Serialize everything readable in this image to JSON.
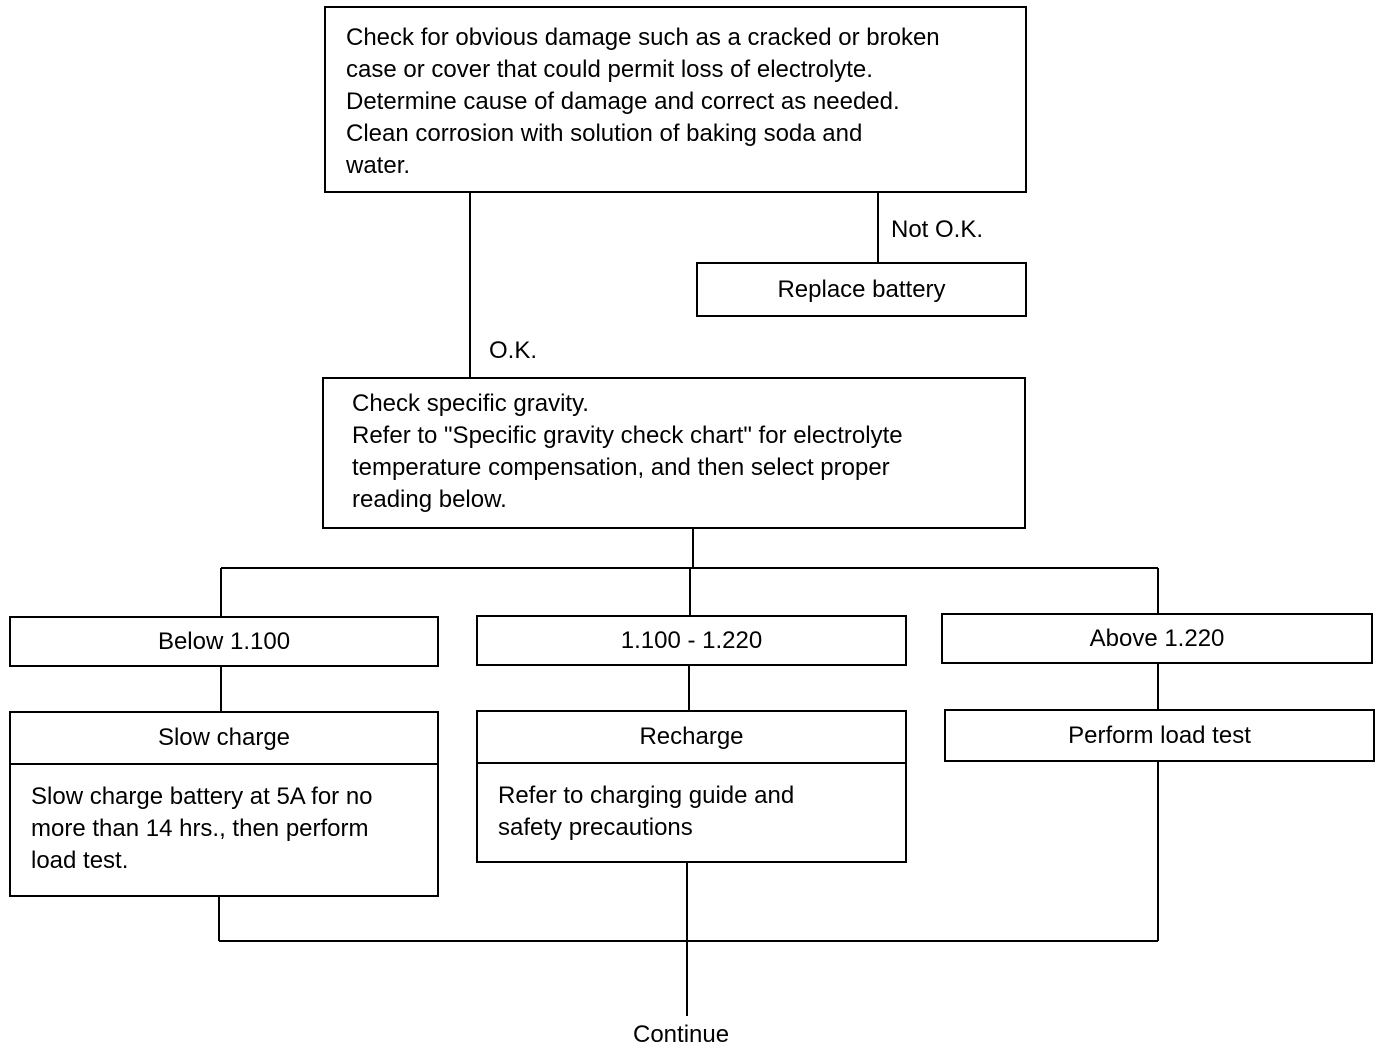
{
  "steps": {
    "inspect": {
      "text": "Check for obvious damage such as a cracked or broken\ncase or cover that could permit loss of electrolyte.\nDetermine cause of damage and correct as needed.\nClean corrosion with solution of baking soda and\nwater."
    },
    "replace": {
      "label": "Replace battery"
    },
    "gravity": {
      "text": "Check specific gravity.\nRefer to \"Specific gravity check chart\" for electrolyte\ntemperature compensation, and then select proper\nreading below."
    },
    "ranges": [
      {
        "label": "Below 1.100"
      },
      {
        "label": "1.100 - 1.220"
      },
      {
        "label": "Above 1.220"
      }
    ],
    "actions": [
      {
        "title": "Slow charge",
        "text": "Slow charge battery at 5A for no\nmore than 14 hrs., then perform\nload test."
      },
      {
        "title": "Recharge",
        "text": "Refer to charging guide and\nsafety precautions"
      },
      {
        "title": "Perform load test"
      }
    ]
  },
  "labels": {
    "not_ok": "Not O.K.",
    "ok": "O.K.",
    "continue": "Continue"
  }
}
